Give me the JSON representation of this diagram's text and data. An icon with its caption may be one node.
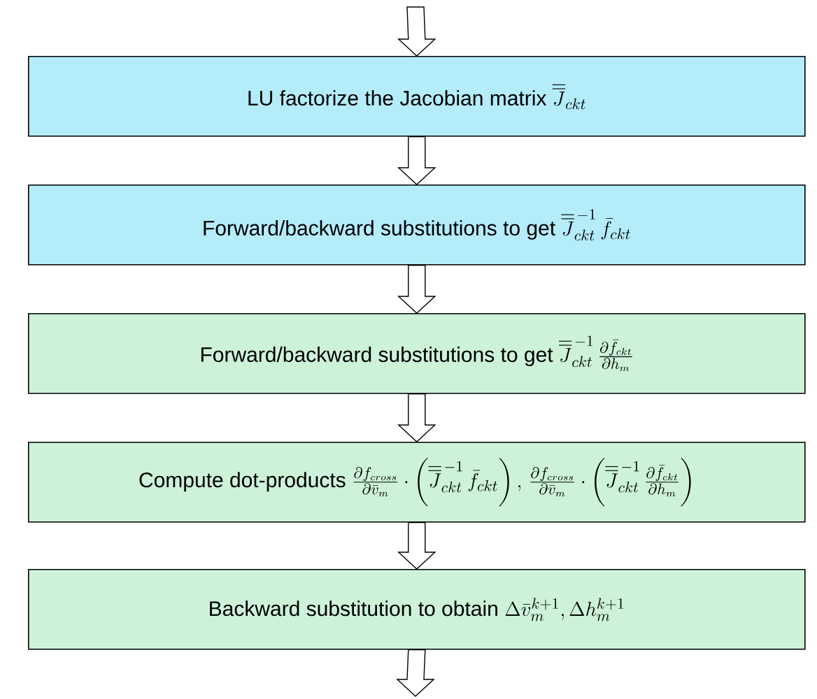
{
  "diagram": {
    "nodes": [
      {
        "text": [
          "LU factorize the Jacobian matrix",
          "\\overline{\\overline{J}}_{ckt}"
        ]
      },
      {
        "text": [
          "Forward/backward substitutions to get",
          "\\overline{\\overline{J}}_{ckt}^{\\,-1}\\,\\bar{f}_{ckt}"
        ]
      },
      {
        "text": [
          "Forward/backward substitutions to get",
          "\\overline{\\overline{J}}_{ckt}^{\\,-1}\\,\\frac{\\partial\\bar{f}_{ckt}}{\\partial h_m}"
        ]
      },
      {
        "text": [
          "Compute dot-products",
          "\\frac{\\partial f_{cross}}{\\partial\\bar{v}_m}\\cdot\\left(\\overline{\\overline{J}}_{ckt}^{\\,-1}\\,\\bar{f}_{ckt}\\right),\\,\\frac{\\partial f_{cross}}{\\partial\\bar{v}_m}\\cdot\\left(\\overline{\\overline{J}}_{ckt}^{\\,-1}\\,\\frac{\\partial\\bar{f}_{ckt}}{\\partial h_m}\\right)"
        ]
      },
      {
        "text": [
          "Backward substitution to obtain",
          "\\Delta\\bar{v}_m^{k+1},\\Delta h_m^{k+1}"
        ]
      }
    ],
    "edges": [
      {
        "from": null,
        "to": 0,
        "arrow": "to"
      },
      {
        "from": 0,
        "to": 1,
        "arrow": "to"
      },
      {
        "from": 1,
        "to": 2,
        "arrow": "to"
      },
      {
        "from": 2,
        "to": 3,
        "arrow": "to"
      },
      {
        "from": 3,
        "to": 4,
        "arrow": "to"
      },
      {
        "from": 4,
        "to": null,
        "arrow": "to"
      }
    ]
  }
}
